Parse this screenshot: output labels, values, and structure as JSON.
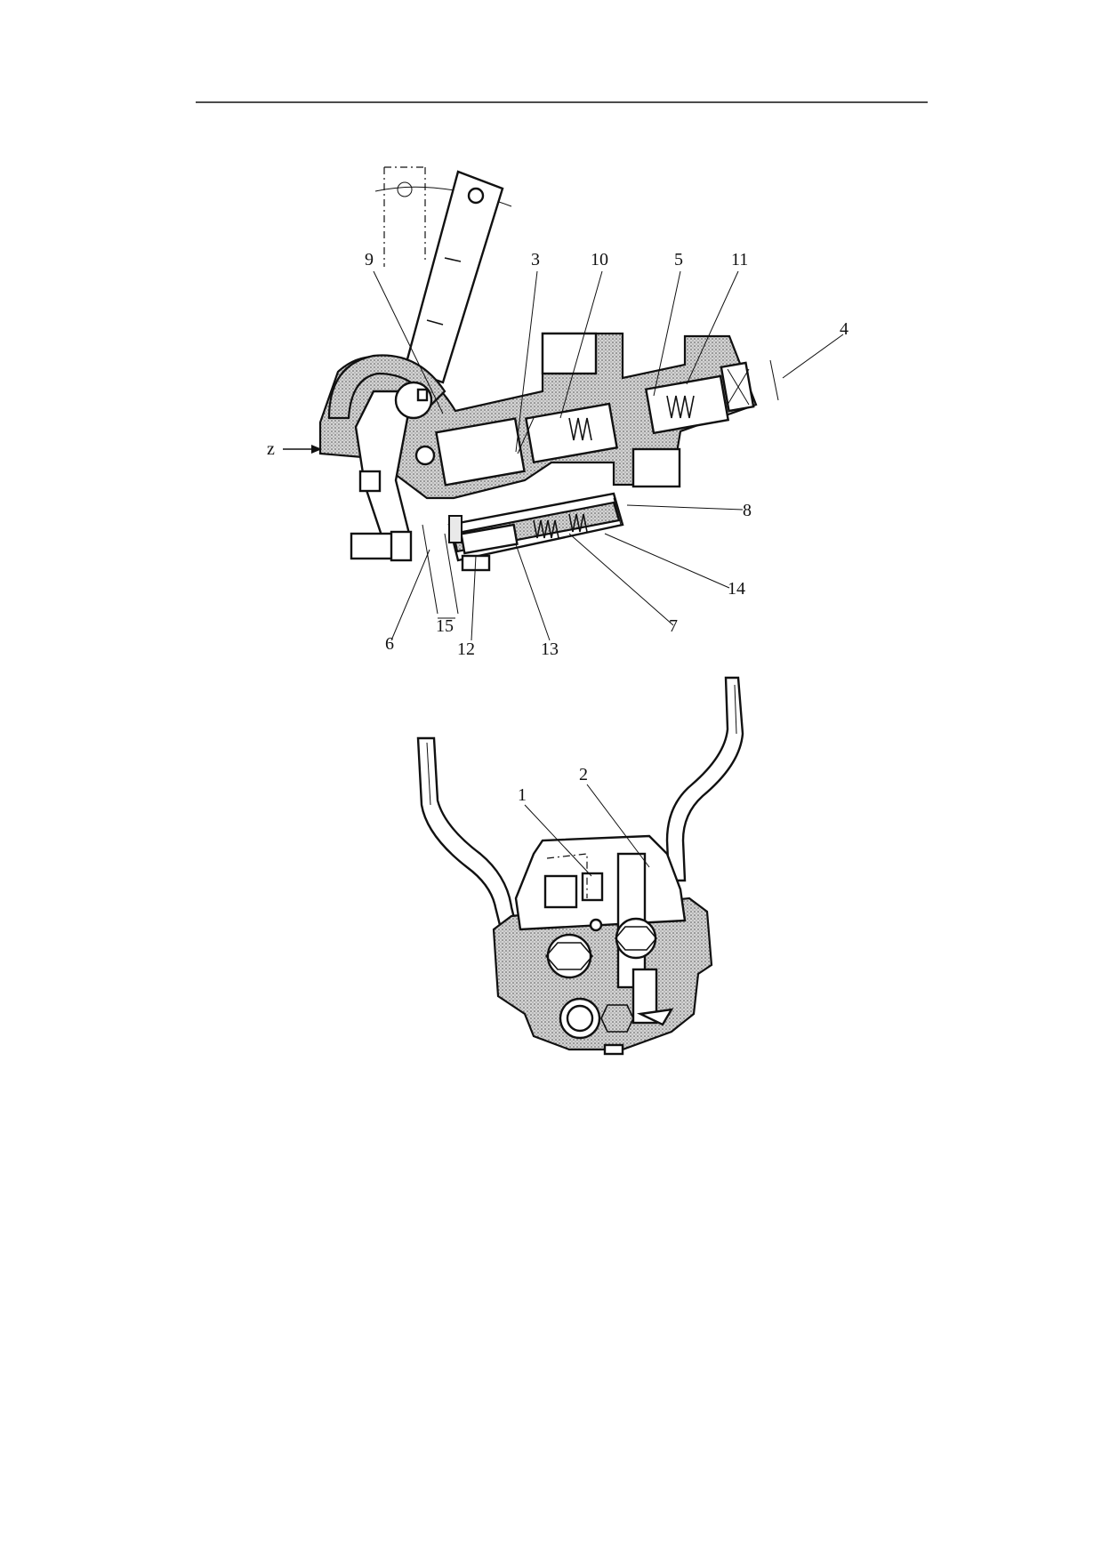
{
  "figure": {
    "top_view": {
      "direction_label": "z",
      "callouts": [
        {
          "id": "9",
          "text": "9"
        },
        {
          "id": "3",
          "text": "3"
        },
        {
          "id": "10",
          "text": "10"
        },
        {
          "id": "5",
          "text": "5"
        },
        {
          "id": "11",
          "text": "11"
        },
        {
          "id": "4",
          "text": "4"
        },
        {
          "id": "8",
          "text": "8"
        },
        {
          "id": "14",
          "text": "14"
        },
        {
          "id": "7",
          "text": "7"
        },
        {
          "id": "13",
          "text": "13"
        },
        {
          "id": "12",
          "text": "12"
        },
        {
          "id": "15",
          "text": "15"
        },
        {
          "id": "6",
          "text": "6"
        }
      ]
    },
    "front_view": {
      "callouts": [
        {
          "id": "1",
          "text": "1"
        },
        {
          "id": "2",
          "text": "2"
        }
      ]
    }
  }
}
